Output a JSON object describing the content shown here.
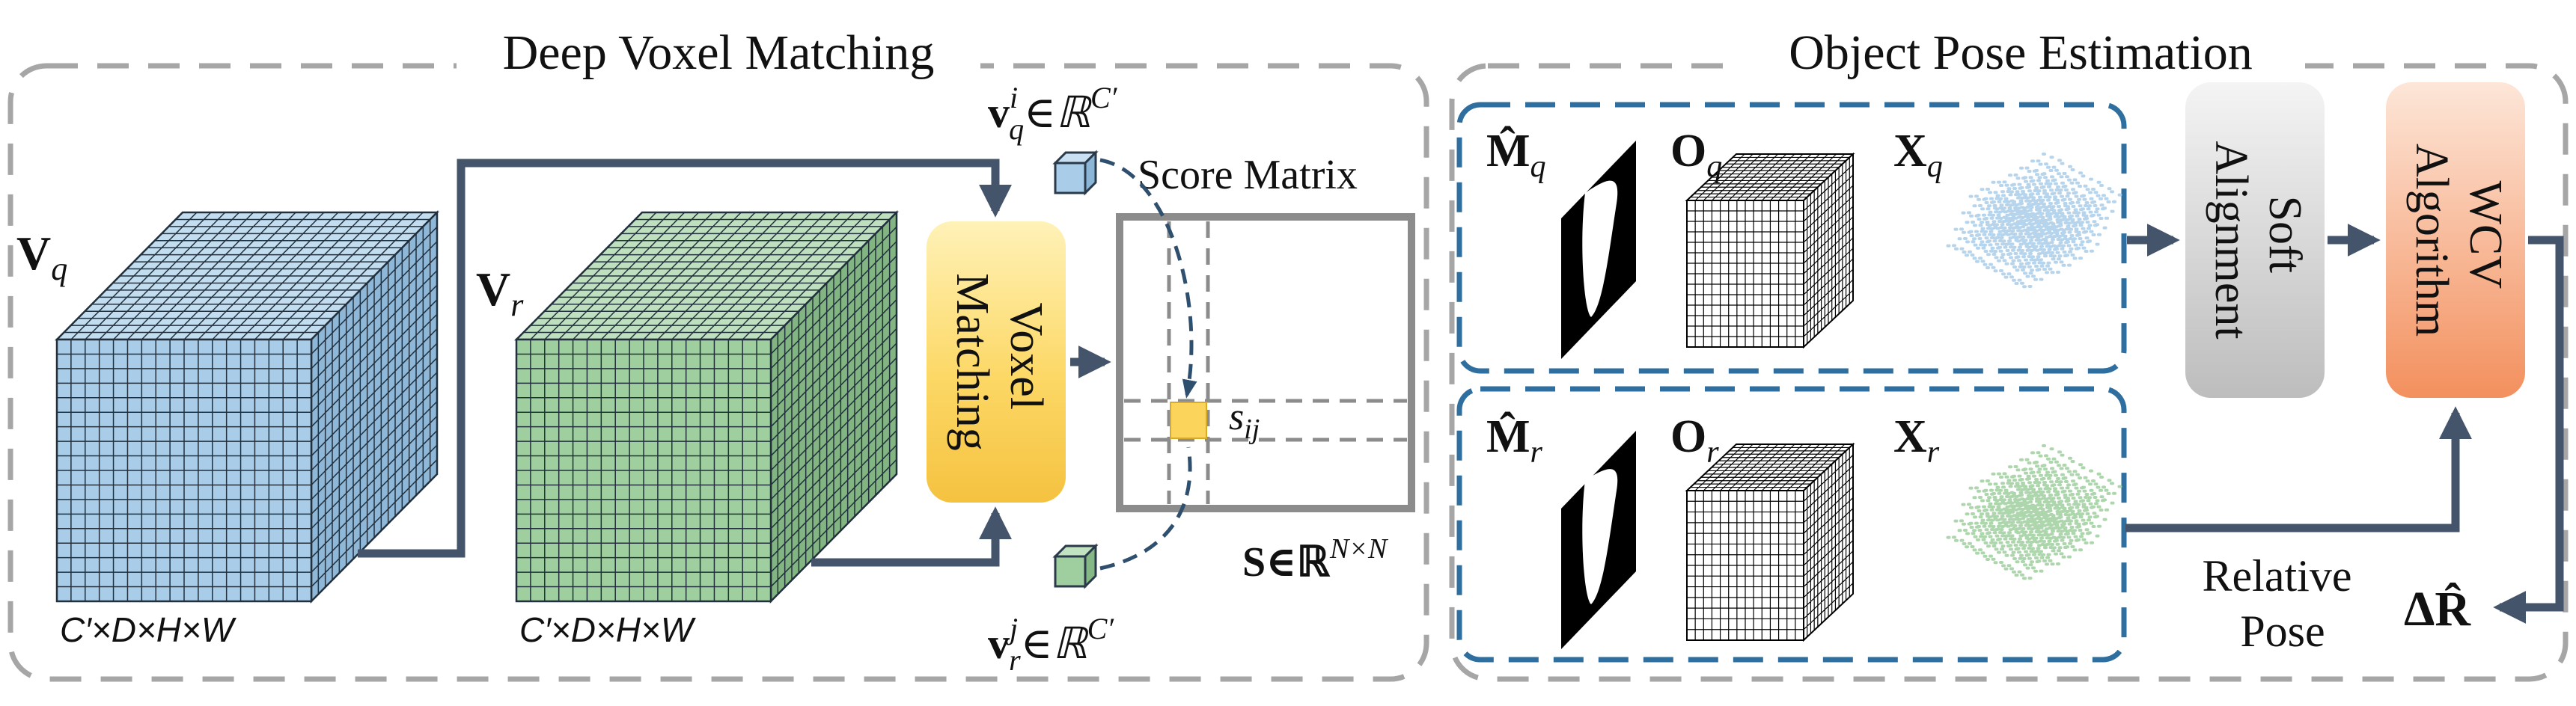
{
  "panels": {
    "left_title": "Deep Voxel Matching",
    "right_title": "Object Pose Estimation"
  },
  "left": {
    "vq_label": "V",
    "vq_sub": "q",
    "vr_label": "V",
    "vr_sub": "r",
    "dim_label_1": "C′×D×H×W",
    "dim_label_2": "C′×D×H×W",
    "voxel_matching_line1": "Voxel",
    "voxel_matching_line2": "Matching",
    "score_matrix_label": "Score Matrix",
    "sij_label": "s",
    "sij_sub": "ij",
    "s_formula": "S∈ℝ",
    "s_formula_sup": "N×N",
    "vq_vec": "v",
    "vq_vec_sup": "i",
    "vq_vec_sub": "q",
    "vq_vec_space": "∈ℝ",
    "vq_vec_space_sup": "C′",
    "vr_vec": "v",
    "vr_vec_sup": "j",
    "vr_vec_sub": "r",
    "vr_vec_space": "∈ℝ",
    "vr_vec_space_sup": "C′"
  },
  "right": {
    "mq_label": "M̂",
    "mq_sub": "q",
    "oq_label": "O",
    "oq_sub": "q",
    "xq_label": "X",
    "xq_sub": "q",
    "mr_label": "M̂",
    "mr_sub": "r",
    "or_label": "O",
    "or_sub": "r",
    "xr_label": "X",
    "xr_sub": "r",
    "soft_line1": "Soft",
    "soft_line2": "Alignment",
    "wcv_line1": "WCV",
    "wcv_line2": "Algorithm",
    "relative_line1": "Relative",
    "relative_line2": "Pose",
    "delta_r": "ΔR̂"
  },
  "colors": {
    "query_blue": "#a9cde8",
    "ref_green": "#9fcf9f",
    "voxel_box": "#fbd45c",
    "soft_box": "#cfcfcf",
    "wcv_box": "#f6a57a",
    "arrow": "#44546a",
    "dashed_blue": "#2f6f9f",
    "panel_gray": "#a6a6a6"
  }
}
